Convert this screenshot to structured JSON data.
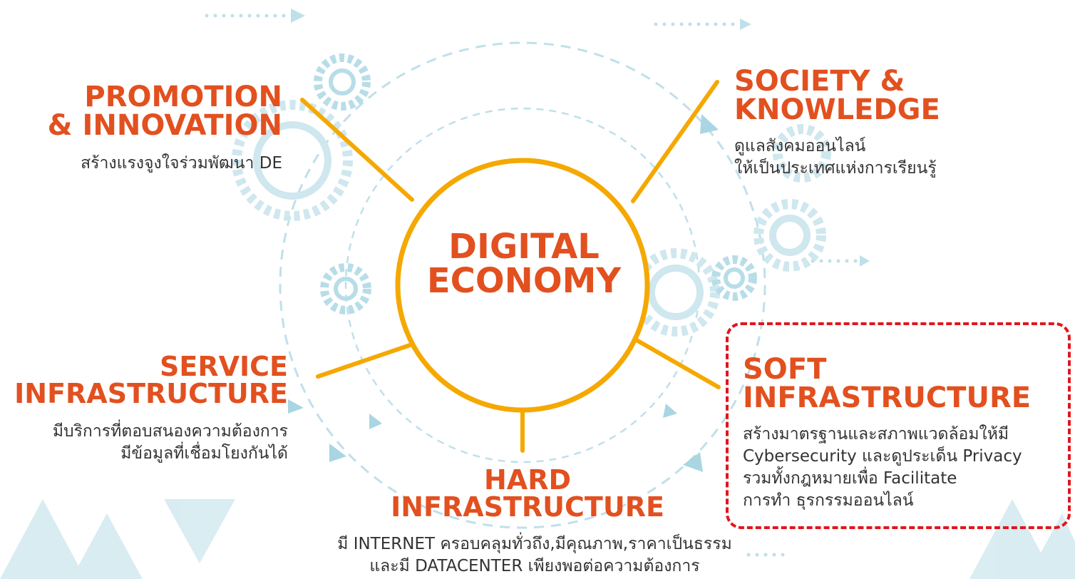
{
  "center": {
    "line1": "DIGITAL",
    "line2": "ECONOMY"
  },
  "nodes": {
    "promotion": {
      "title": [
        "PROMOTION",
        "& INNOVATION"
      ],
      "desc": [
        "สร้างแรงจูงใจร่วมพัฒนา DE"
      ]
    },
    "society": {
      "title": [
        "SOCIETY &",
        "KNOWLEDGE"
      ],
      "desc": [
        "ดูแลสังคมออนไลน์",
        "ให้เป็นประเทศแห่งการเรียนรู้"
      ]
    },
    "service": {
      "title": [
        "SERVICE",
        "INFRASTRUCTURE"
      ],
      "desc": [
        "มีบริการที่ตอบสนองความต้องการ",
        "มีข้อมูลที่เชื่อมโยงกันได้"
      ]
    },
    "hard": {
      "title": [
        "HARD",
        "INFRASTRUCTURE"
      ],
      "desc": [
        "มี INTERNET ครอบคลุมทั่วถึง,มีคุณภาพ,ราคาเป็นธรรม",
        "และมี DATACENTER เพียงพอต่อความต้องการ"
      ]
    },
    "soft": {
      "title": [
        "SOFT",
        "INFRASTRUCTURE"
      ],
      "desc": [
        "สร้างมาตรฐานและสภาพแวดล้อมให้มี",
        "Cybersecurity และดูประเด็น Privacy",
        "รวมทั้งกฎหมายเพื่อ Facilitate",
        "การทำ ธุรกรรมออนไลน์"
      ]
    }
  },
  "colors": {
    "accent": "#e2501f",
    "spoke": "#f5a800",
    "highlight": "#e0161e",
    "decor": "#a9d6e2"
  }
}
